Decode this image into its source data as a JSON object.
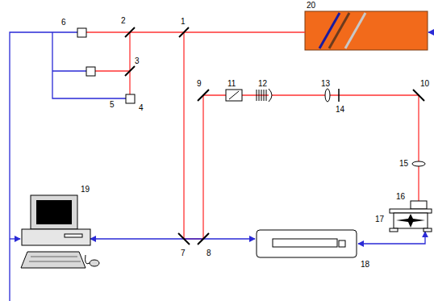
{
  "diagram": {
    "labels": [
      "20",
      "6",
      "2",
      "1",
      "3",
      "5",
      "9",
      "11",
      "12",
      "13",
      "10",
      "4",
      "14",
      "15",
      "16",
      "17",
      "19",
      "7",
      "8",
      "18"
    ]
  }
}
